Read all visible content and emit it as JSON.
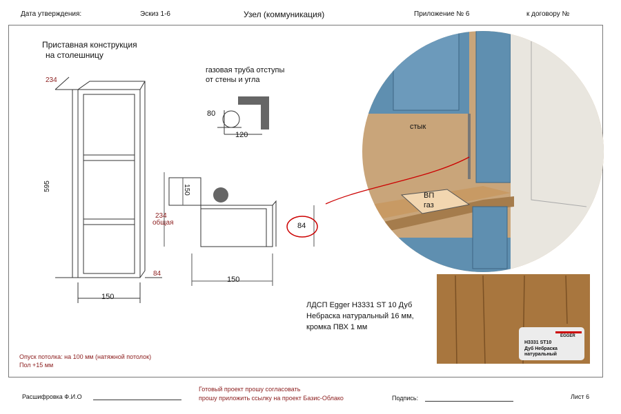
{
  "header": {
    "approval_date": "Дата утверждения:",
    "sketch": "Эскиз 1-6",
    "title": "Узел (коммуникация)",
    "appendix": "Приложение № 6",
    "contract": "к договору №"
  },
  "drawing": {
    "cabinet_title_1": "Приставная конструкция",
    "cabinet_title_2": "на столешницу",
    "dim_depth_top": "234",
    "dim_height": "595",
    "dim_width": "150",
    "dim_bottom_right": "84",
    "pipe_title_1": "газовая труба отступы",
    "pipe_title_2": "от стены и угла",
    "pipe_dim_v": "80",
    "pipe_dim_h": "120",
    "side_dim_150_v": "150",
    "side_dim_total": "234",
    "side_dim_total_label": "общая",
    "side_dim_84": "84",
    "side_dim_150_h": "150"
  },
  "photo": {
    "label_joint": "стык",
    "label_hob_1": "ВП",
    "label_hob_2": "газ"
  },
  "material": {
    "line1": "ЛДСП Egger H3331 ST 10 Дуб",
    "line2": "Небраска натуральный 16 мм,",
    "line3": "кромка ПВХ 1 мм",
    "sample_code": "H3331 ST10",
    "sample_name_1": "Дуб Небраска",
    "sample_name_2": "натуральный",
    "brand": "EGGER"
  },
  "notes": {
    "ceiling": "Опуск потолка: на 100 мм (натяжной потолок)",
    "floor": "Пол +15 мм"
  },
  "footer": {
    "name_label": "Расшифровка Ф.И.О",
    "request_1": "Готовый проект прошу согласовать",
    "request_2": "прошу приложить ссылку на проект Базис-Облако",
    "signature_label": "Подпись:",
    "sheet_label": "Лист",
    "sheet_number": "6"
  },
  "colors": {
    "accent_red": "#8b1c1c",
    "cabinet_blue": "#5f8fb0",
    "wall_beige": "#c9a57a"
  }
}
